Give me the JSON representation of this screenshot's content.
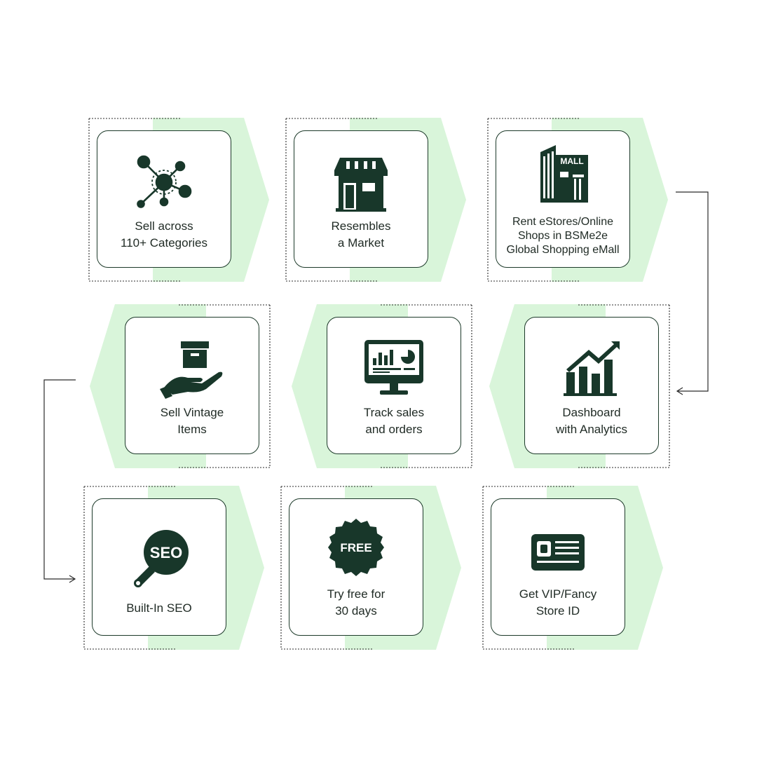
{
  "colors": {
    "accent_fill": "#d9f5da",
    "icon_dark": "#18372a",
    "card_border": "#1d3a2a",
    "dotted_border": "#2b2b2b"
  },
  "features": [
    {
      "id": "categories",
      "label": "Sell across\n110+ Categories",
      "icon": "network-nodes-icon"
    },
    {
      "id": "market",
      "label": "Resembles\na Market",
      "icon": "storefront-icon"
    },
    {
      "id": "mall",
      "label": "Rent eStores/Online\nShops in BSMe2e\nGlobal Shopping eMall",
      "icon": "mall-building-icon",
      "icon_text": "MALL"
    },
    {
      "id": "analytics",
      "label": "Dashboard\nwith Analytics",
      "icon": "growth-chart-icon"
    },
    {
      "id": "track",
      "label": "Track sales\nand orders",
      "icon": "monitor-chart-icon"
    },
    {
      "id": "vintage",
      "label": "Sell Vintage\nItems",
      "icon": "hand-box-icon"
    },
    {
      "id": "seo",
      "label": "Built-In SEO",
      "icon": "seo-magnifier-icon",
      "icon_text": "SEO"
    },
    {
      "id": "trial",
      "label": "Try free for\n30 days",
      "icon": "free-badge-icon",
      "icon_text": "FREE"
    },
    {
      "id": "vip",
      "label": "Get VIP/Fancy\nStore ID",
      "icon": "id-card-icon"
    }
  ]
}
